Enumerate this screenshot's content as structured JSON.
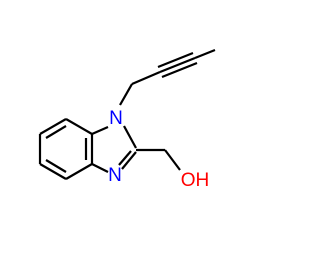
{
  "molecule": {
    "atoms": [
      {
        "id": "N1",
        "label": "N"
      },
      {
        "id": "N3",
        "label": "N"
      },
      {
        "id": "O",
        "label": "OH"
      }
    ],
    "colors": {
      "bond": "#000000",
      "nitrogen": "#0000ff",
      "oxygen": "#ff0000",
      "background": "#ffffff"
    }
  }
}
